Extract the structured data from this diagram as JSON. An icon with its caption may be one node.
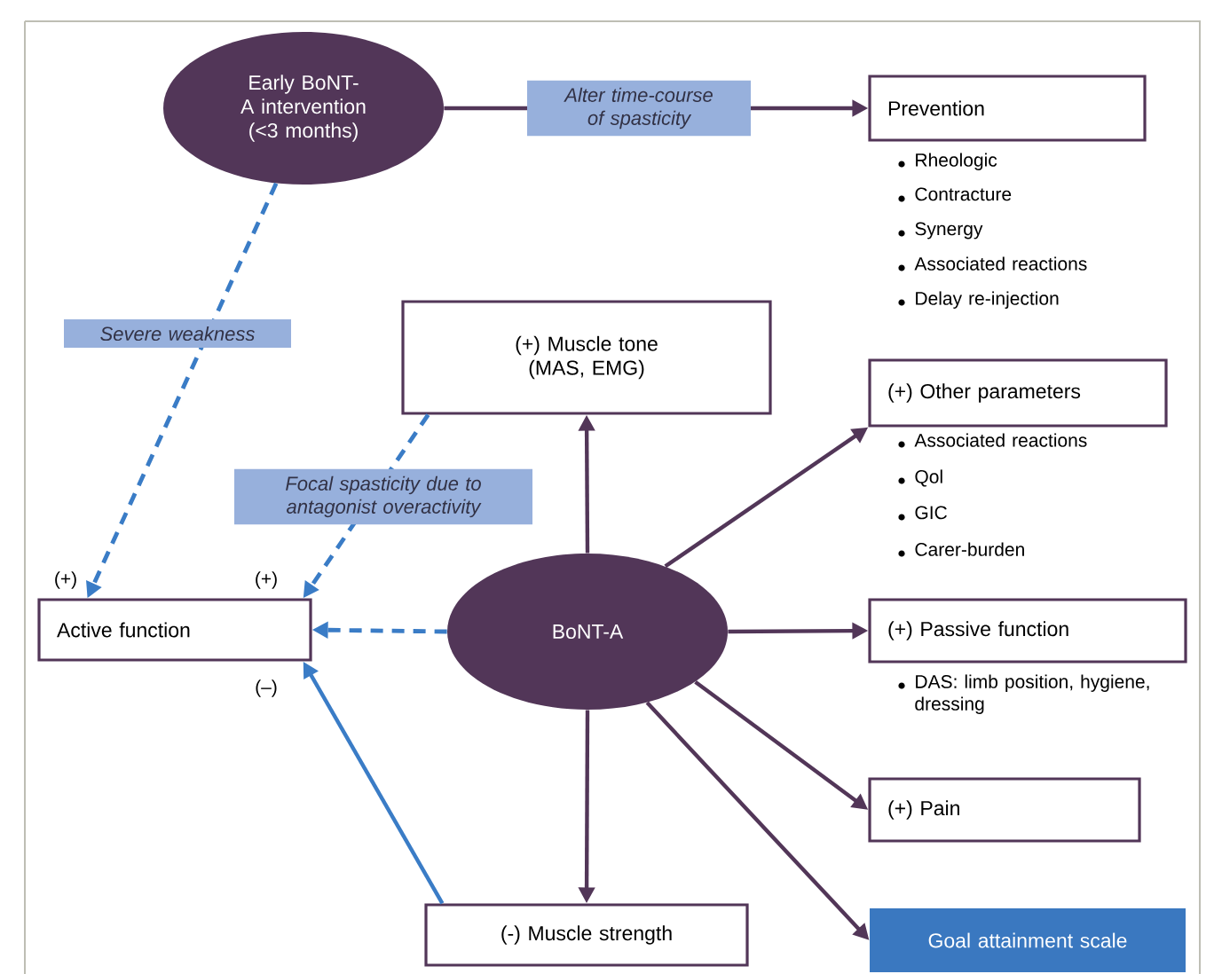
{
  "diagram": {
    "nodes": [
      {
        "text": [
          "Early BoNT-A intervention (<3 months)"
        ]
      },
      {
        "text": [
          "Prevention"
        ],
        "beside": [
          "Rheologic",
          "Contracture",
          "Synergy",
          "Associated reactions",
          "Delay re-injection"
        ]
      },
      {
        "text": [
          "(+) Muscle tone (MAS, EMG)"
        ]
      },
      {
        "text": [
          "(+) Other parameters"
        ],
        "beside": [
          "Associated reactions",
          "Qol",
          "GIC",
          "Carer-burden"
        ]
      },
      {
        "text": [
          "Active function"
        ]
      },
      {
        "text": [
          "BoNT-A"
        ]
      },
      {
        "text": [
          "(+) Passive function"
        ],
        "beside": [
          "DAS: limb position, hygiene, dressing"
        ]
      },
      {
        "text": [
          "(+) Pain"
        ]
      },
      {
        "text": [
          "(-) Muscle strength"
        ]
      },
      {
        "text": [
          "Goal attainment scale"
        ]
      }
    ],
    "edges": [
      {
        "from": 0,
        "to": 1,
        "arrow": "to",
        "label": "Alter time-course of spasticity"
      },
      {
        "from": 0,
        "to": 4,
        "arrow": "to",
        "style": "dashed",
        "color": "#3a7cc6",
        "label": "Severe weakness"
      },
      {
        "from": 2,
        "to": 4,
        "arrow": "to",
        "style": "dashed",
        "color": "#3a7cc6",
        "label": "Focal spasticity due to antagonist overactivity"
      },
      {
        "from": 5,
        "to": 4,
        "arrow": "to",
        "style": "dashed",
        "color": "#3a7cc6"
      },
      {
        "from": 5,
        "to": 2,
        "arrow": "to"
      },
      {
        "from": 5,
        "to": 3,
        "arrow": "to"
      },
      {
        "from": 5,
        "to": 6,
        "arrow": "to"
      },
      {
        "from": 5,
        "to": 7,
        "arrow": "to"
      },
      {
        "from": 5,
        "to": 8,
        "arrow": "to"
      },
      {
        "from": 5,
        "to": 9,
        "arrow": "to"
      },
      {
        "from": 8,
        "to": 4,
        "arrow": "to",
        "color": "#3a7cc6"
      }
    ],
    "labels": [
      "(+)",
      "(+)",
      "(–)"
    ]
  }
}
